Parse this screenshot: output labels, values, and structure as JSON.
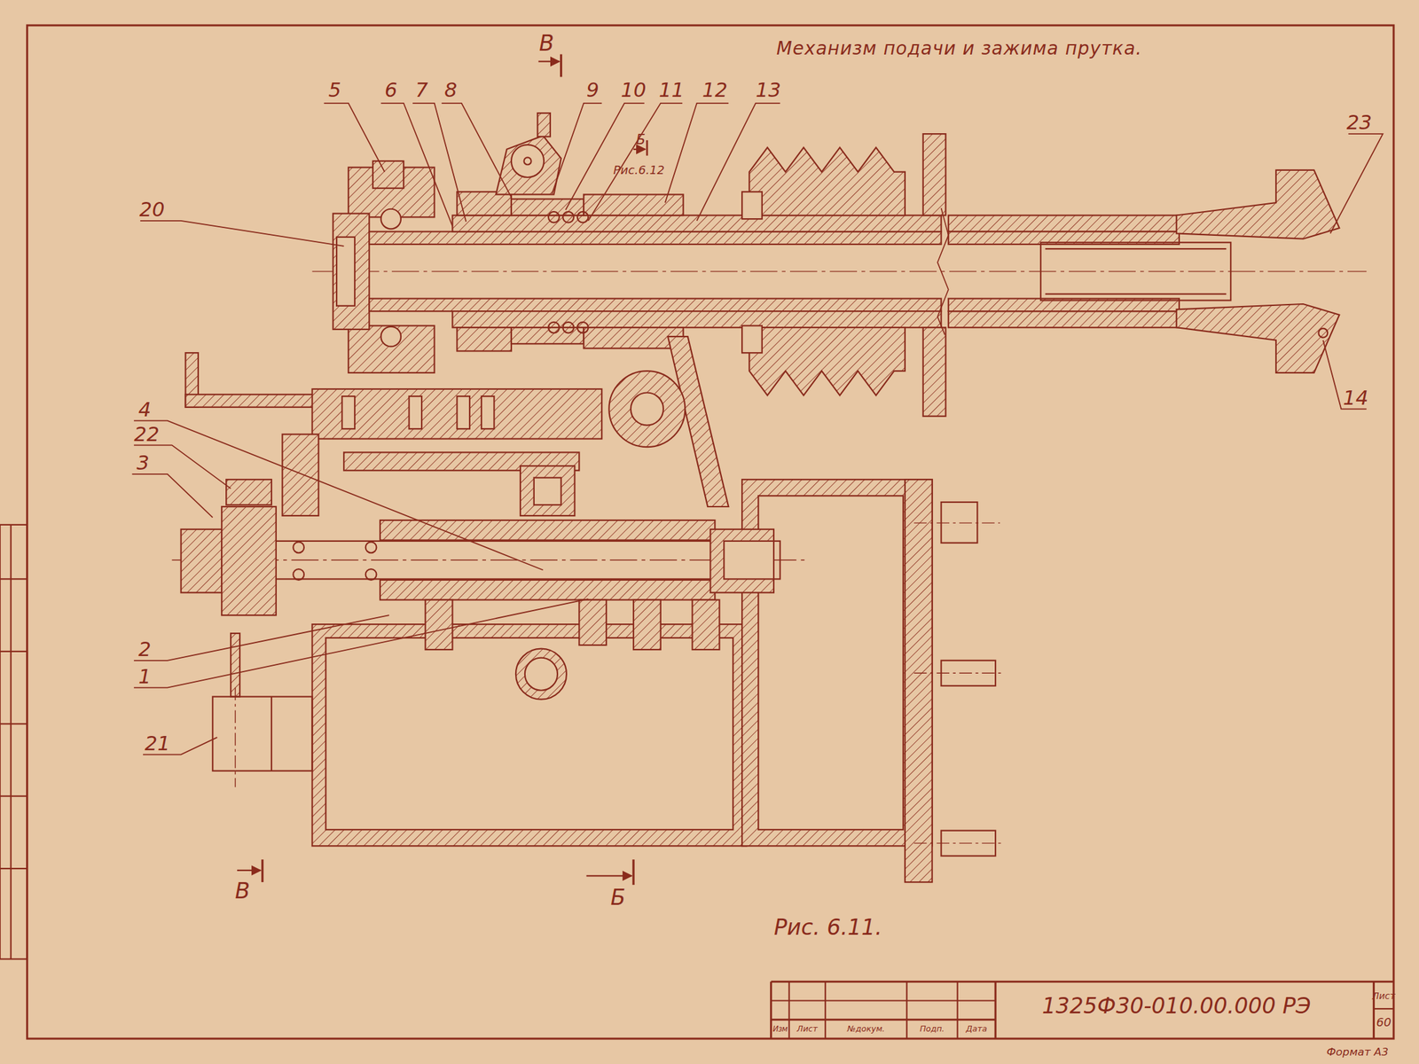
{
  "diagram": {
    "title": "Механизм подачи и зажима прутка.",
    "caption": "Рис. 6.11.",
    "labels": [
      "5",
      "6",
      "7",
      "8",
      "9",
      "10",
      "11",
      "12",
      "13",
      "В",
      "Б",
      "Рис.6.12",
      "23",
      "20",
      "4",
      "22",
      "3",
      "2",
      "1",
      "21",
      "14",
      "В",
      "Б",
      "Изм",
      "Лист",
      "№докум.",
      "Подп.",
      "Дата",
      "1325Ф30-010.00.000 РЭ",
      "Лист",
      "60",
      "Формат А3"
    ]
  }
}
